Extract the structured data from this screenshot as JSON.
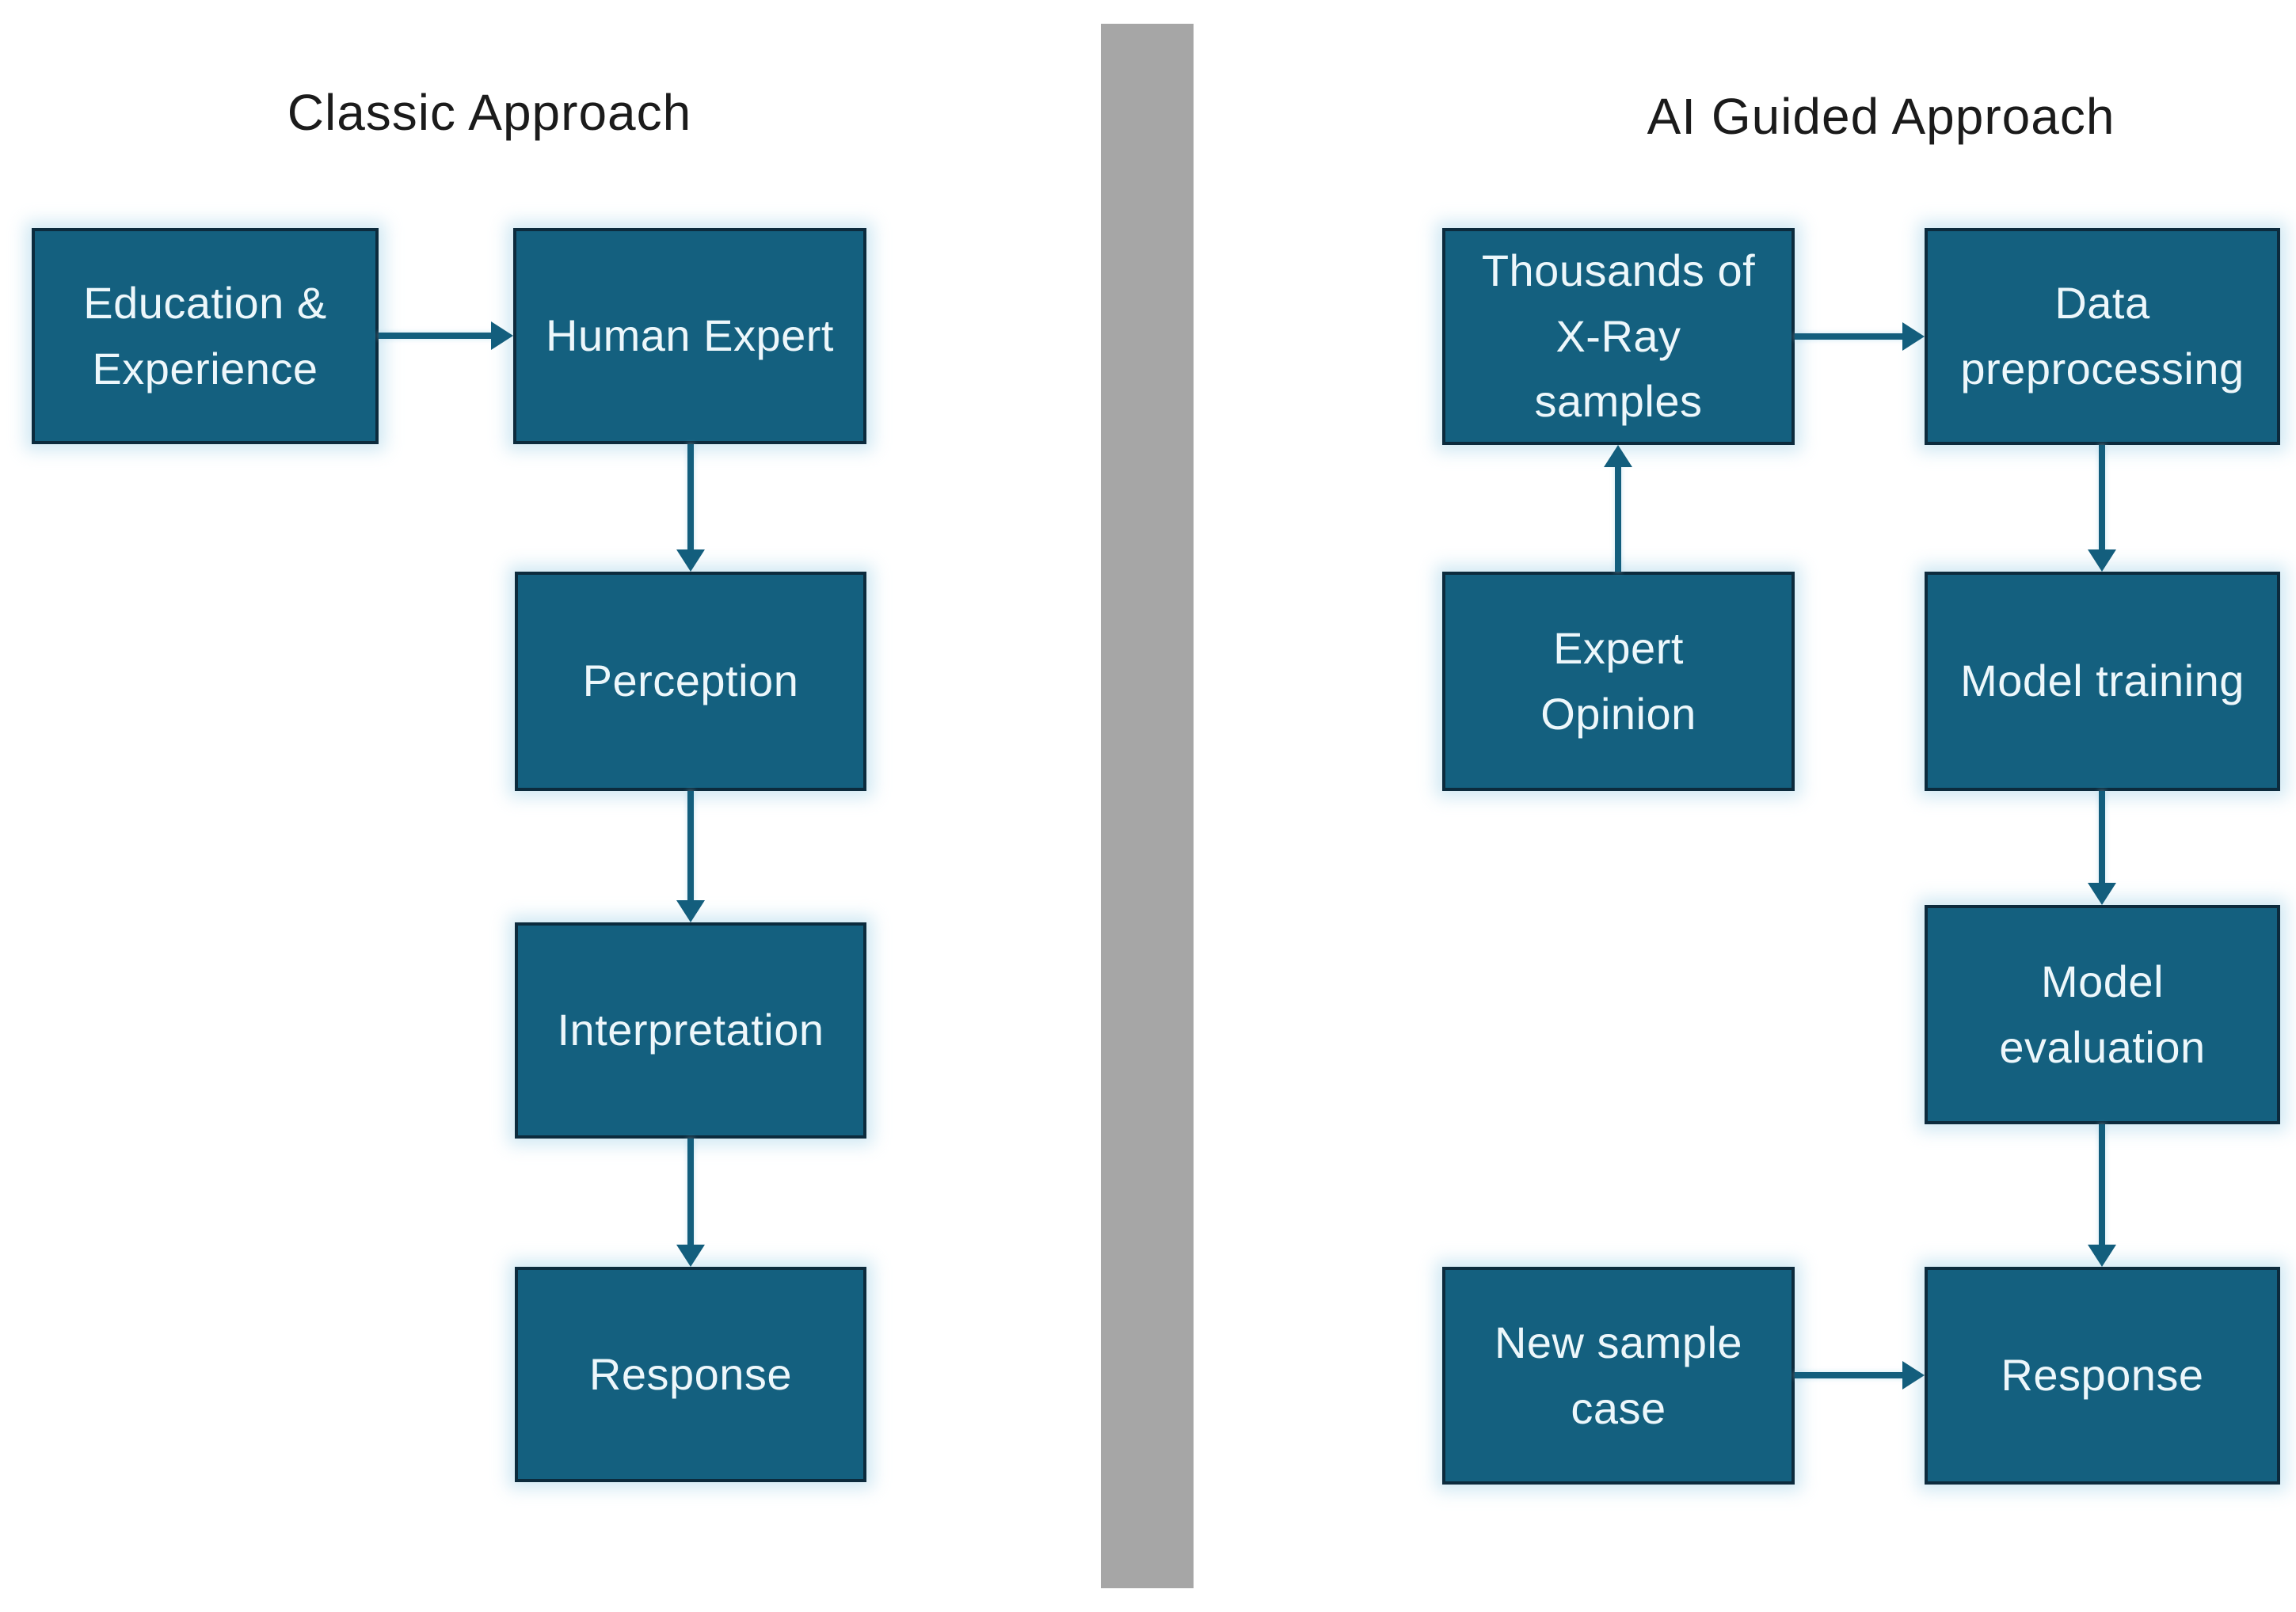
{
  "palette": {
    "background": "#ffffff",
    "box_fill": "#14607f",
    "box_border": "#0c2b3d",
    "box_text": "#edf7fb",
    "arrow": "#135e7d",
    "title_text": "#1b1b1b",
    "divider": "#a6a6a6"
  },
  "left_panel": {
    "title": "Classic Approach",
    "nodes": [
      {
        "id": "education-experience",
        "label": "Education &\nExperience"
      },
      {
        "id": "human-expert",
        "label": "Human Expert"
      },
      {
        "id": "perception",
        "label": "Perception"
      },
      {
        "id": "interpretation",
        "label": "Interpretation"
      },
      {
        "id": "response",
        "label": "Response"
      }
    ],
    "edges": [
      {
        "from": "education-experience",
        "to": "human-expert"
      },
      {
        "from": "human-expert",
        "to": "perception"
      },
      {
        "from": "perception",
        "to": "interpretation"
      },
      {
        "from": "interpretation",
        "to": "response"
      }
    ]
  },
  "right_panel": {
    "title": "AI Guided Approach",
    "nodes": [
      {
        "id": "thousands-of-x-ray-samples",
        "label": "Thousands of\nX-Ray\nsamples"
      },
      {
        "id": "data-preprocessing",
        "label": "Data\npreprocessing"
      },
      {
        "id": "expert-opinion",
        "label": "Expert\nOpinion"
      },
      {
        "id": "model-training",
        "label": "Model training"
      },
      {
        "id": "model-evaluation",
        "label": "Model\nevaluation"
      },
      {
        "id": "new-sample-case",
        "label": "New sample\ncase"
      },
      {
        "id": "response",
        "label": "Response"
      }
    ],
    "edges": [
      {
        "from": "thousands-of-x-ray-samples",
        "to": "data-preprocessing"
      },
      {
        "from": "expert-opinion",
        "to": "thousands-of-x-ray-samples"
      },
      {
        "from": "data-preprocessing",
        "to": "model-training"
      },
      {
        "from": "model-training",
        "to": "model-evaluation"
      },
      {
        "from": "model-evaluation",
        "to": "response"
      },
      {
        "from": "new-sample-case",
        "to": "response"
      }
    ]
  }
}
